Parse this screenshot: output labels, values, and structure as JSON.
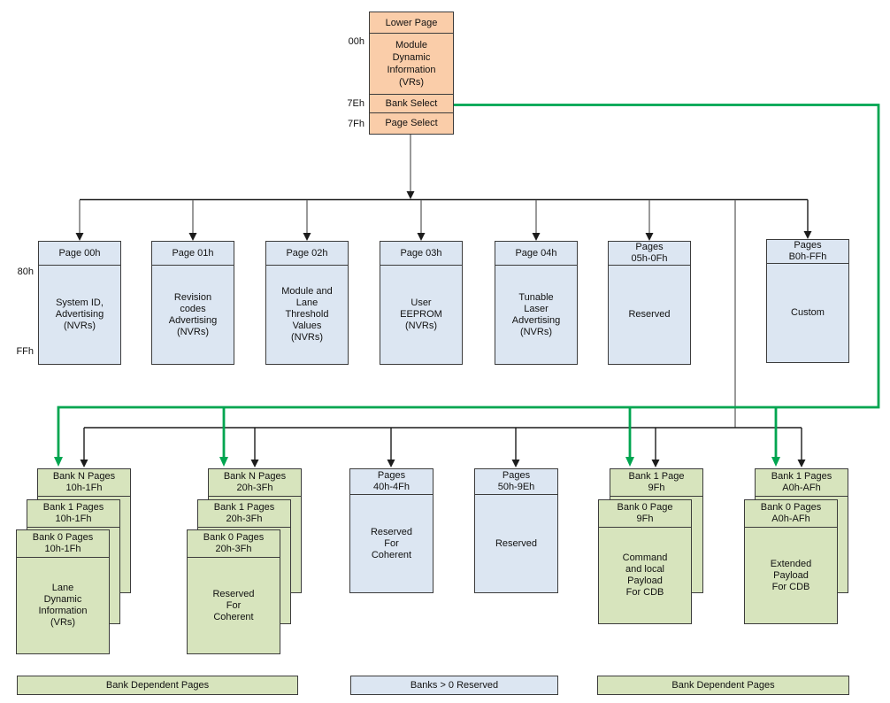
{
  "palette": {
    "orange-fill": "#FACDA9",
    "blue-fill": "#DCE6F2",
    "green-fill": "#D7E4BD",
    "green-line": "#00A550",
    "line-dark": "#1C1C1C",
    "line-gray": "#6E6E6E",
    "border-dark": "#3C3C3C"
  },
  "lower_page": {
    "title": "Lower Page",
    "body": "Module\nDynamic\nInformation\n(VRs)",
    "bank_select": "Bank Select",
    "page_select": "Page Select",
    "addr_00": "00h",
    "addr_7e": "7Eh",
    "addr_7f": "7Fh"
  },
  "upper_area_labels": {
    "start": "80h",
    "end": "FFh"
  },
  "pages": [
    {
      "header": "Page 00h",
      "body": "System ID,\nAdvertising\n(NVRs)"
    },
    {
      "header": "Page 01h",
      "body": "Revision\ncodes\nAdvertising\n(NVRs)"
    },
    {
      "header": "Page 02h",
      "body": "Module and\nLane\nThreshold\nValues\n(NVRs)"
    },
    {
      "header": "Page 03h",
      "body": "User\nEEPROM\n(NVRs)"
    },
    {
      "header": "Page 04h",
      "body": "Tunable\nLaser\nAdvertising\n(NVRs)"
    },
    {
      "header": "Pages\n05h-0Fh",
      "body": "Reserved"
    },
    {
      "header": "Pages\nB0h-FFh",
      "body": "Custom"
    }
  ],
  "bank_groups": [
    {
      "cards": [
        {
          "header": "Bank N Pages\n10h-1Fh"
        },
        {
          "header": "Bank 1 Pages\n10h-1Fh"
        },
        {
          "header": "Bank 0 Pages\n10h-1Fh",
          "body": "Lane\nDynamic\nInformation\n(VRs)"
        }
      ]
    },
    {
      "cards": [
        {
          "header": "Bank N Pages\n20h-3Fh"
        },
        {
          "header": "Bank 1 Pages\n20h-3Fh"
        },
        {
          "header": "Bank 0 Pages\n20h-3Fh",
          "body": "Reserved\nFor\nCoherent"
        }
      ]
    },
    {
      "cards": [
        {
          "header": "Bank 1 Page\n9Fh"
        },
        {
          "header": "Bank 0 Page\n9Fh",
          "body": "Command\nand  local\nPayload\nFor CDB"
        }
      ]
    },
    {
      "cards": [
        {
          "header": "Bank 1 Pages\nA0h-AFh"
        },
        {
          "header": "Bank 0 Pages\nA0h-AFh",
          "body": "Extended\nPayload\nFor CDB"
        }
      ]
    }
  ],
  "reserved_boxes": [
    {
      "header": "Pages\n40h-4Fh",
      "body": "Reserved\nFor\nCoherent"
    },
    {
      "header": "Pages\n50h-9Eh",
      "body": "Reserved"
    }
  ],
  "legends": [
    {
      "label": "Bank Dependent Pages"
    },
    {
      "label": "Banks > 0 Reserved"
    },
    {
      "label": "Bank Dependent Pages"
    }
  ]
}
